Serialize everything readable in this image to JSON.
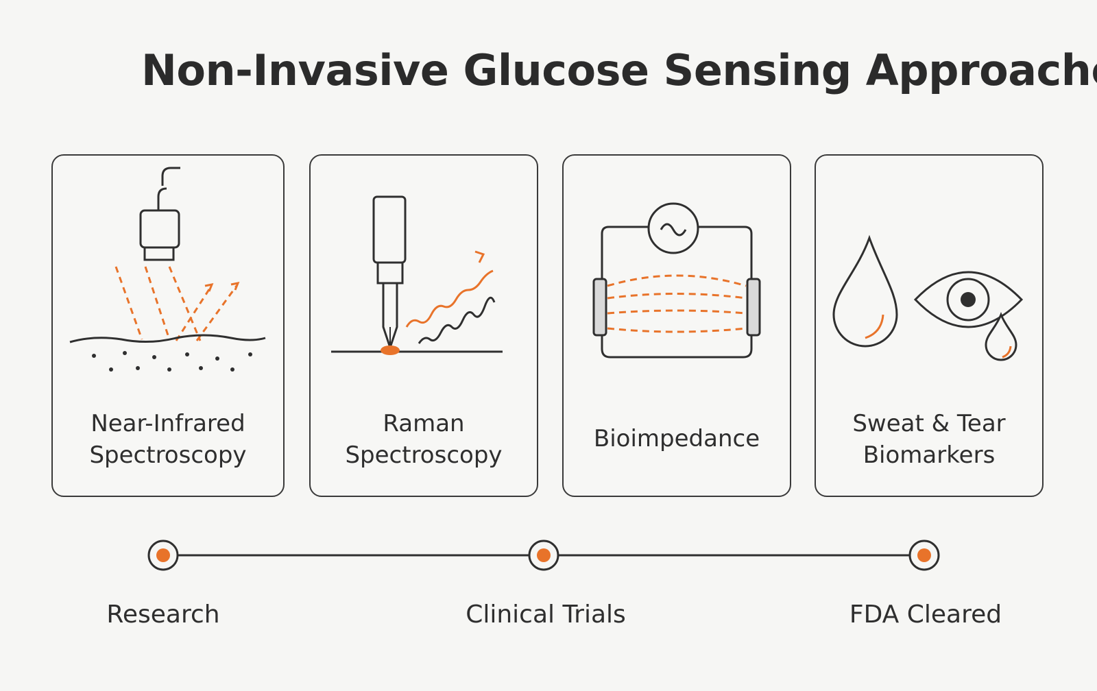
{
  "title": "Non-Invasive Glucose Sensing Approaches",
  "colors": {
    "accent": "#e8732a",
    "stroke": "#2f2f2f",
    "background": "#f6f6f4"
  },
  "approaches": [
    {
      "line1": "Near-Infrared",
      "line2": "Spectroscopy",
      "icon": "nir-sensor-icon"
    },
    {
      "line1": "Raman",
      "line2": "Spectroscopy",
      "icon": "raman-probe-icon"
    },
    {
      "line1": "Bioimpedance",
      "line2": "",
      "icon": "bioimpedance-circuit-icon"
    },
    {
      "line1": "Sweat & Tear",
      "line2": "Biomarkers",
      "icon": "drop-and-eye-icon"
    }
  ],
  "stages": [
    "Research",
    "Clinical Trials",
    "FDA Cleared"
  ]
}
